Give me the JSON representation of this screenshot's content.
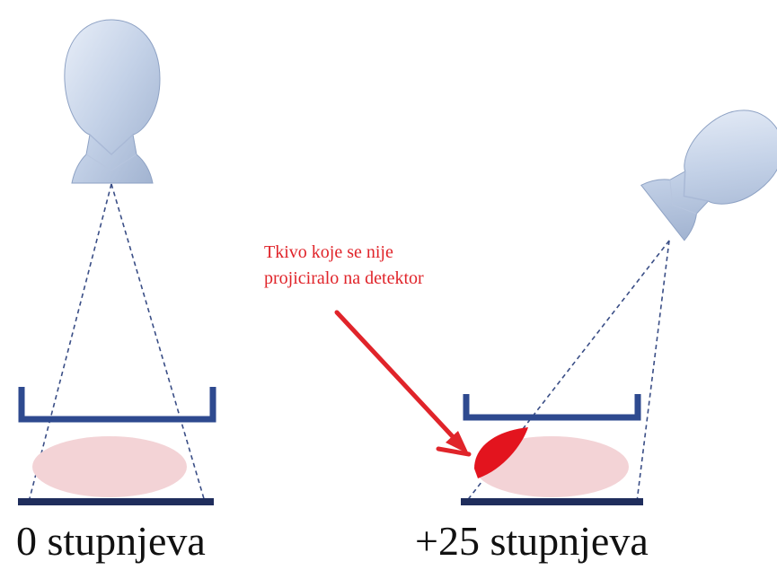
{
  "annotation": {
    "line1": "Tkivo koje se nije",
    "line2": "projiciralo na detektor",
    "color": "#e0242a"
  },
  "panels": [
    {
      "caption": "0 stupnjeva"
    },
    {
      "caption": "+25 stupnjeva"
    }
  ],
  "colors": {
    "tube": "#c4d2e8",
    "compression_paddle": "#2e4a8f",
    "detector": "#1f2d5c",
    "breast": "#f3d3d6",
    "missed_tissue": "#e3141e",
    "beam_lines": "#3a4e86"
  }
}
